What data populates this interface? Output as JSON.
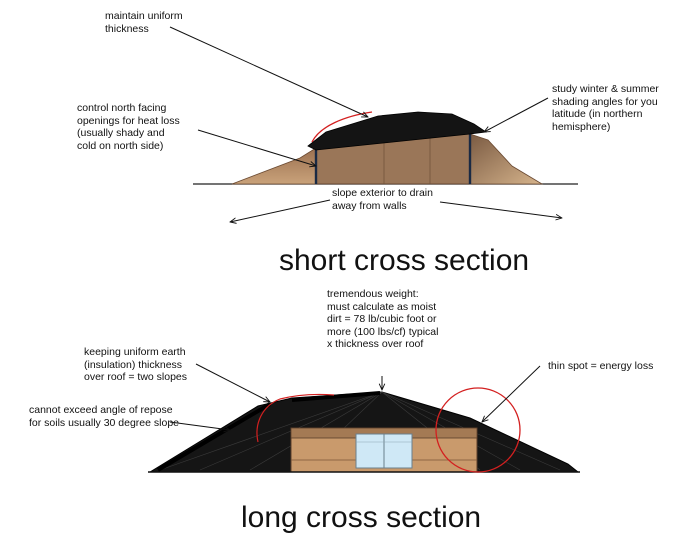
{
  "short_section": {
    "title": "short cross section",
    "notes": {
      "uniform_thickness": "maintain uniform\nthickness",
      "north_openings": "control north facing\nopenings for heat loss\n(usually shady and\ncold on north side)",
      "shading_angles": "study winter & summer\nshading angles for you\nlatitude (in northern\nhemisphere)",
      "slope_drain": "slope exterior to drain\naway from walls"
    }
  },
  "long_section": {
    "title": "long cross section",
    "notes": {
      "weight": "tremendous weight:\nmust calculate as moist\ndirt = 78 lb/cubic foot or\nmore (100 lbs/cf) typical\nx thickness over roof",
      "uniform_slopes": "keeping uniform earth\n(insulation) thickness\nover roof = two slopes",
      "angle_repose": "cannot exceed angle of repose\nfor soils usually 30 degree slope",
      "thin_spot": "thin spot = energy loss"
    }
  },
  "colors": {
    "earth": "#8a6446",
    "roof": "#111111",
    "wall": "#c99a6c",
    "glass": "#cfe8f6",
    "highlight": "#d32020"
  }
}
